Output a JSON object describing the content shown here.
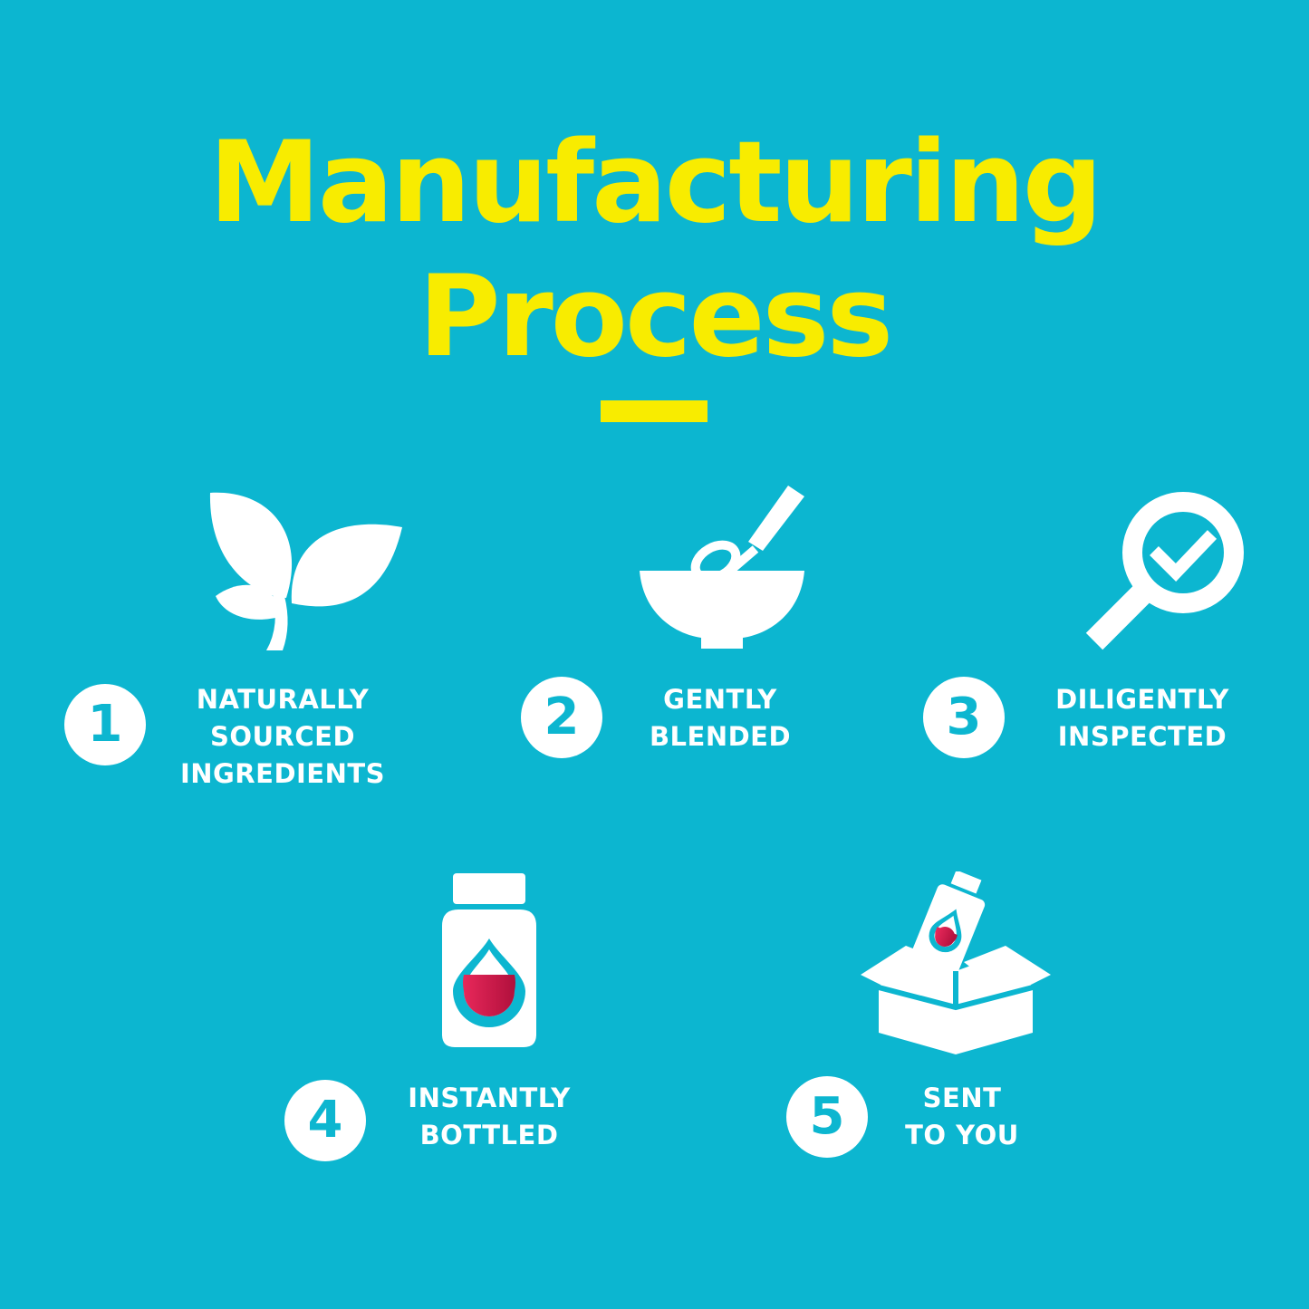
{
  "header": {
    "title_line1": "Manufacturing",
    "title_line2": "Process"
  },
  "colors": {
    "background": "#0cb6d0",
    "title": "#f8ec00",
    "icon": "#ffffff",
    "accent_drop": "#d81a4a"
  },
  "steps": [
    {
      "number": "1",
      "icon": "plant-leaves-icon",
      "lines": [
        "NATURALLY",
        "SOURCED",
        "INGREDIENTS"
      ]
    },
    {
      "number": "2",
      "icon": "mixing-bowl-whisk-icon",
      "lines": [
        "GENTLY",
        "BLENDED"
      ]
    },
    {
      "number": "3",
      "icon": "magnifier-check-icon",
      "lines": [
        "DILIGENTLY",
        "INSPECTED"
      ]
    },
    {
      "number": "4",
      "icon": "bottle-drop-icon",
      "lines": [
        "INSTANTLY",
        "BOTTLED"
      ]
    },
    {
      "number": "5",
      "icon": "box-bottle-icon",
      "lines": [
        "SENT",
        "TO YOU"
      ]
    }
  ]
}
